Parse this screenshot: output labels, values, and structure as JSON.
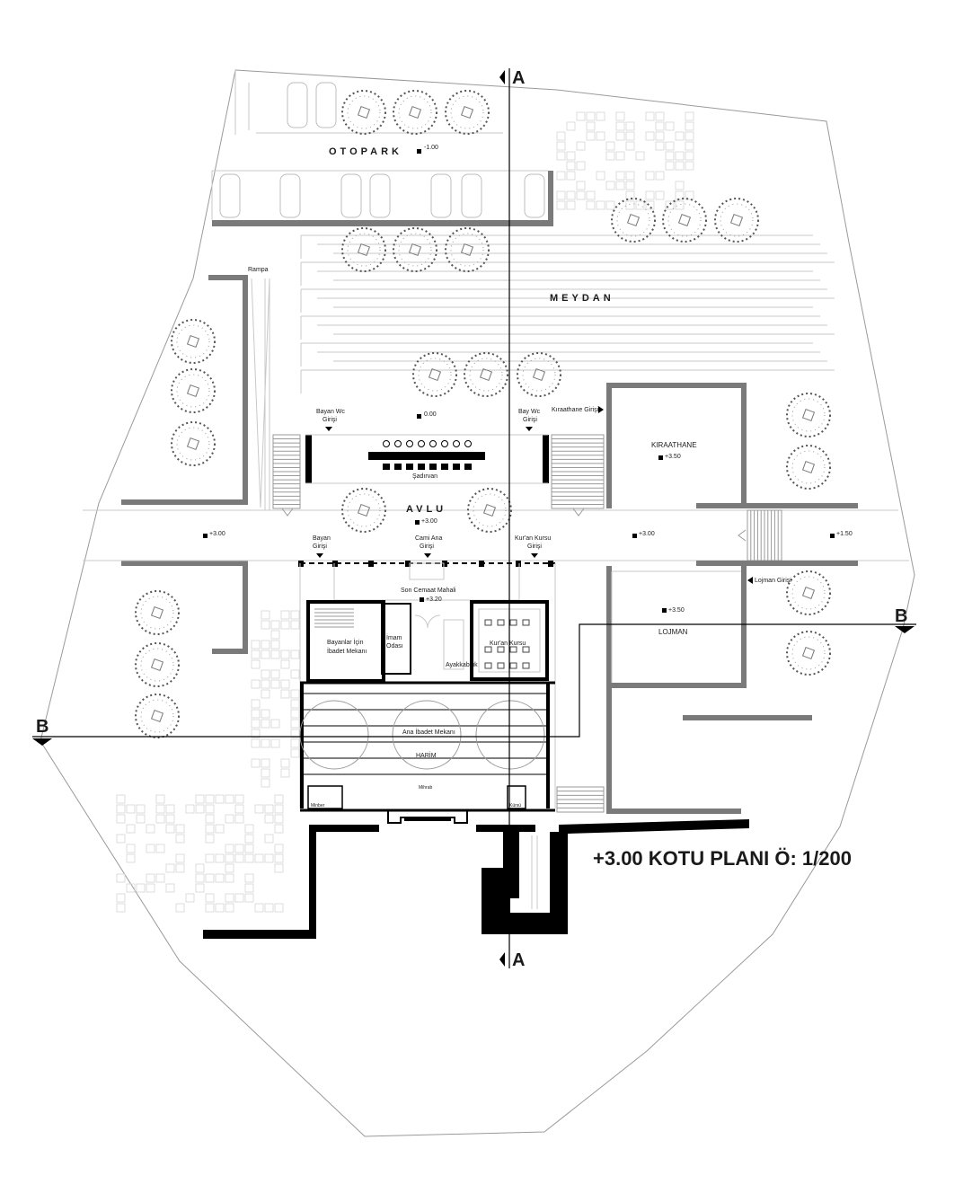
{
  "title": "+3.00 KOTU PLANI  Ö: 1/200",
  "sections": {
    "a_top": "A",
    "a_bottom": "A",
    "b_left": "B",
    "b_right": "B"
  },
  "zones": {
    "otopark": "OTOPARK",
    "meydan": "MEYDAN",
    "avlu": "AVLU"
  },
  "levels": {
    "otopark": "-1.00",
    "meydan": "0.00",
    "avlu": "+3.00",
    "left": "+3.00",
    "right": "+3.00",
    "east": "+1.50",
    "son_cemaat": "+3.20",
    "kiraathane": "+3.50",
    "lojman": "+3.50"
  },
  "labels": {
    "rampa": "Rampa",
    "bayan_wc_1": "Bayan Wc",
    "bayan_wc_2": "Girişi",
    "bay_wc_1": "Bay Wc",
    "bay_wc_2": "Girişi",
    "kiraathane_giris": "Kıraathane Girişi",
    "sadirvan": "Şadırvan",
    "kiraathane": "KIRAATHANE",
    "bayan_giris_1": "Bayan",
    "bayan_giris_2": "Girişi",
    "cami_ana_1": "Cami Ana",
    "cami_ana_2": "Girişi",
    "kuran_giris_1": "Kur'an Kursu",
    "kuran_giris_2": "Girişi",
    "son_cemaat": "Son Cemaat Mahali",
    "lojman_giris": "Lojman Girişi",
    "lojman": "LOJMAN",
    "bayanlar_1": "Bayanlar İçin",
    "bayanlar_2": "İbadet Mekanı",
    "imam_1": "İmam",
    "imam_2": "Odası",
    "kuran_kursu": "Kur'an Kursu",
    "ayakkabilik": "Ayakkabılık",
    "ana_ibadet": "Ana İbadet Mekanı",
    "harim": "HARİM",
    "mihrab": "Mihrab",
    "minber": "Minber",
    "kursu": "Kürsü"
  },
  "colors": {
    "wall": "#7a7a7a",
    "line": "#c9c9c9",
    "ink": "#000000"
  }
}
